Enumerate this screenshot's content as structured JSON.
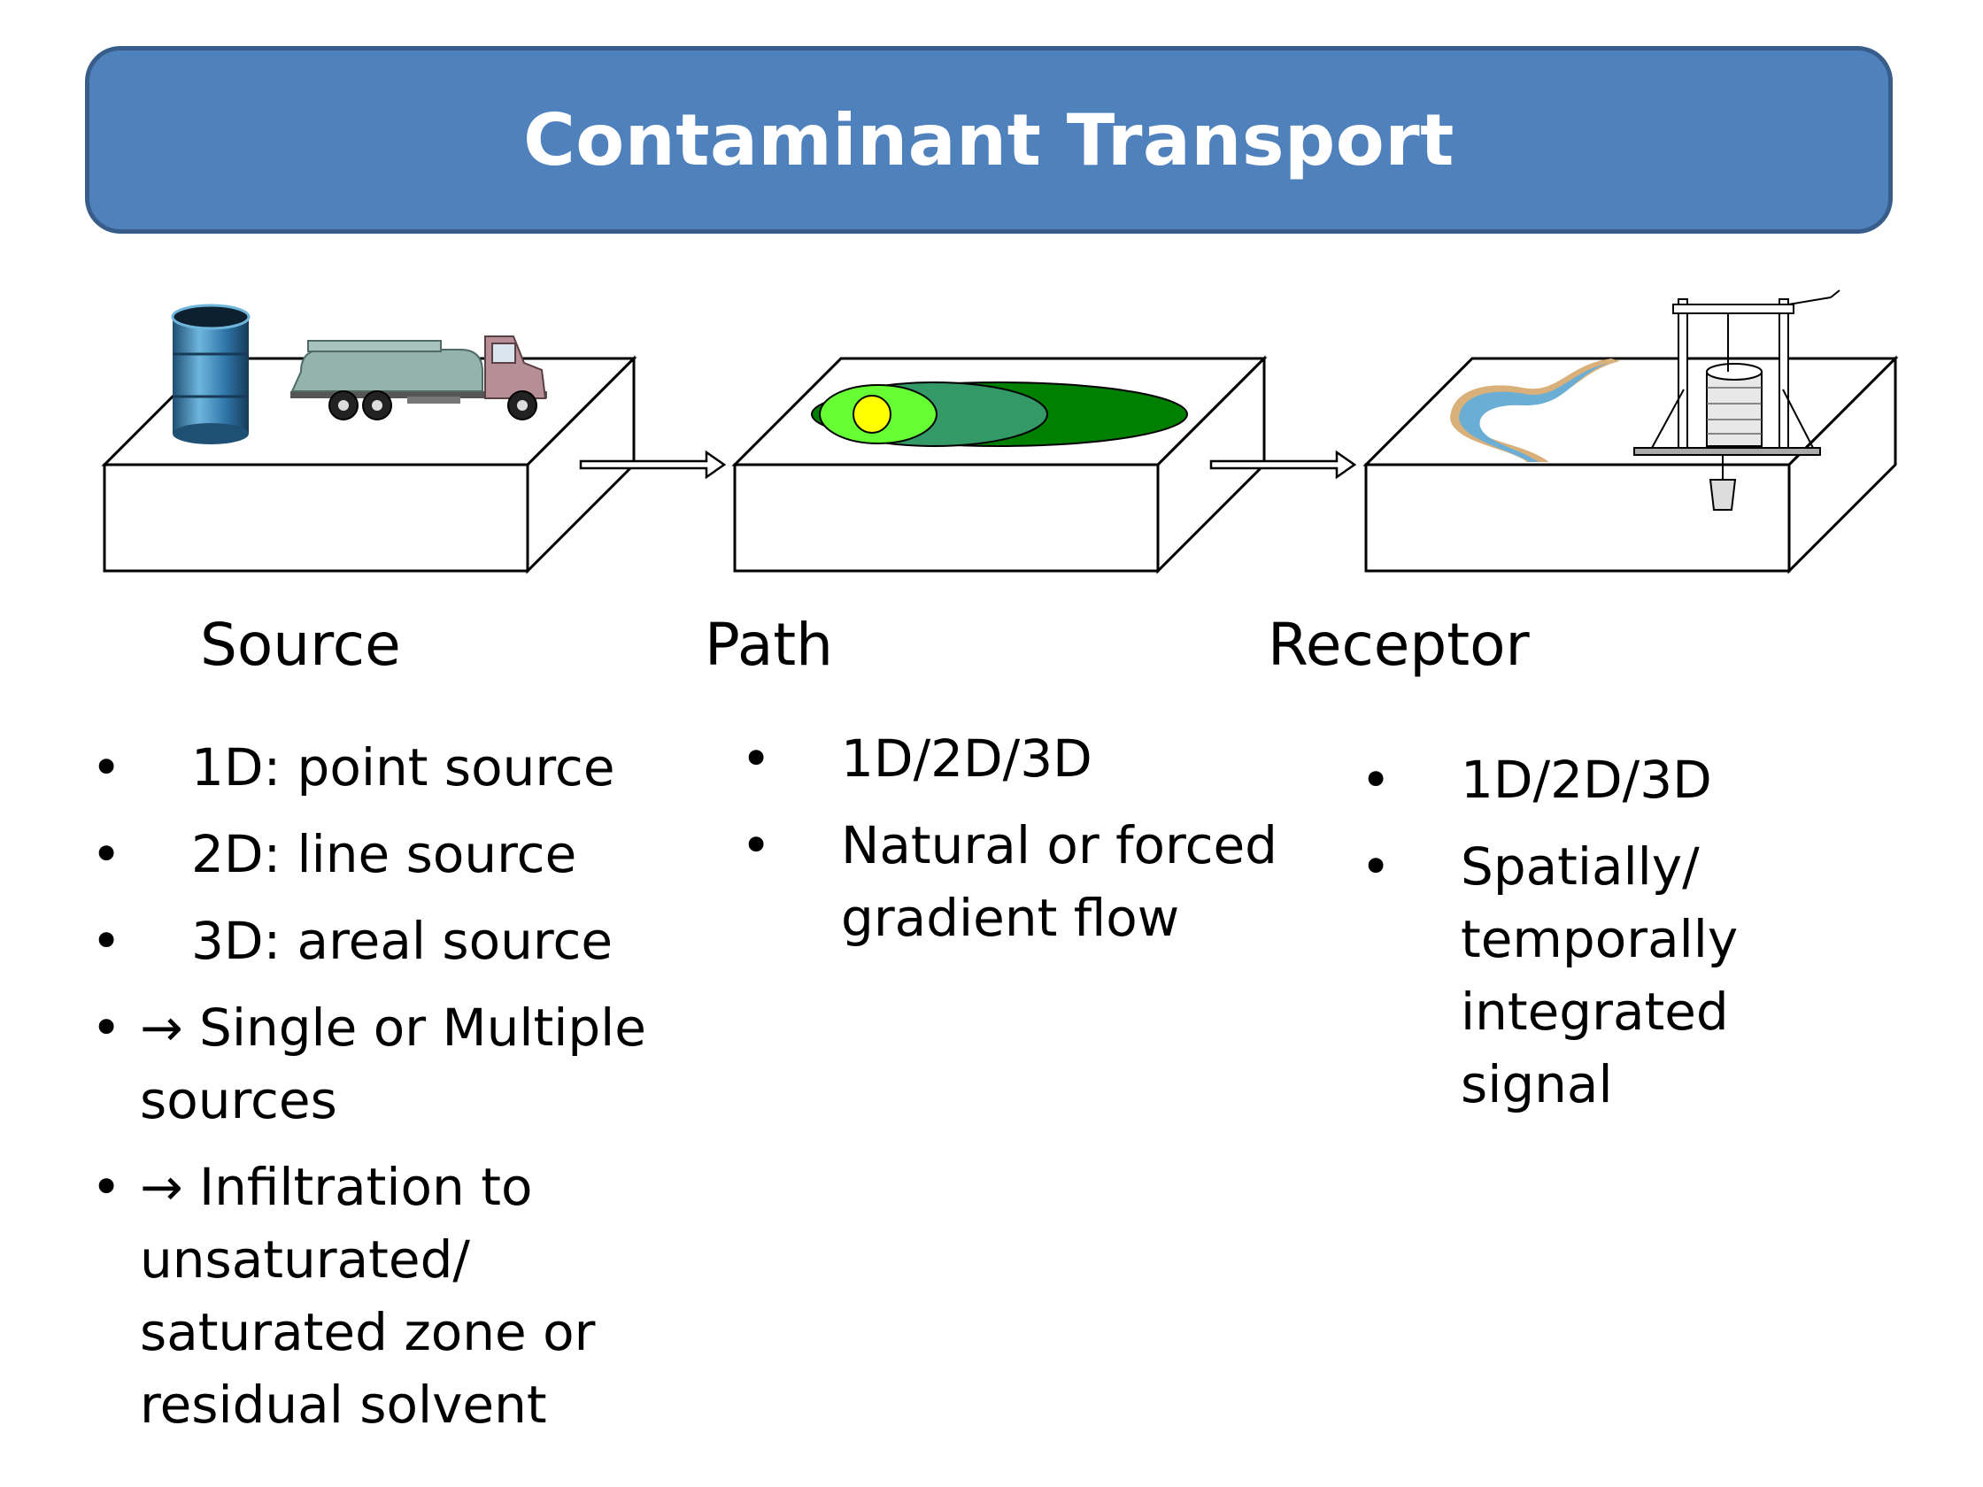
{
  "title": "Contaminant Transport",
  "columns": [
    {
      "heading": "Source",
      "bullets": [
        "1D: point source",
        "2D: line source",
        "3D: areal source",
        "→  Single or Multiple sources",
        "→ Infiltration to unsaturated/ saturated zone or residual solvent"
      ]
    },
    {
      "heading": "Path",
      "bullets": [
        "1D/2D/3D",
        "Natural or forced gradient flow"
      ]
    },
    {
      "heading": "Receptor",
      "bullets": [
        "1D/2D/3D",
        "Spatially/ temporally integrated signal"
      ]
    }
  ],
  "colors": {
    "banner": "#4f81bd",
    "banner_border": "#385d8a",
    "plume_outer": "#008000",
    "plume_middle": "#339966",
    "plume_inner": "#66ff33",
    "plume_core": "#ffff00",
    "barrel": "#2e75a8",
    "river": "#6aaed6",
    "riverbank": "#d9b07a"
  },
  "icons": [
    "oil-barrel-icon",
    "tanker-truck-icon",
    "plume-icon",
    "river-icon",
    "water-well-icon",
    "arrow-right-icon"
  ]
}
